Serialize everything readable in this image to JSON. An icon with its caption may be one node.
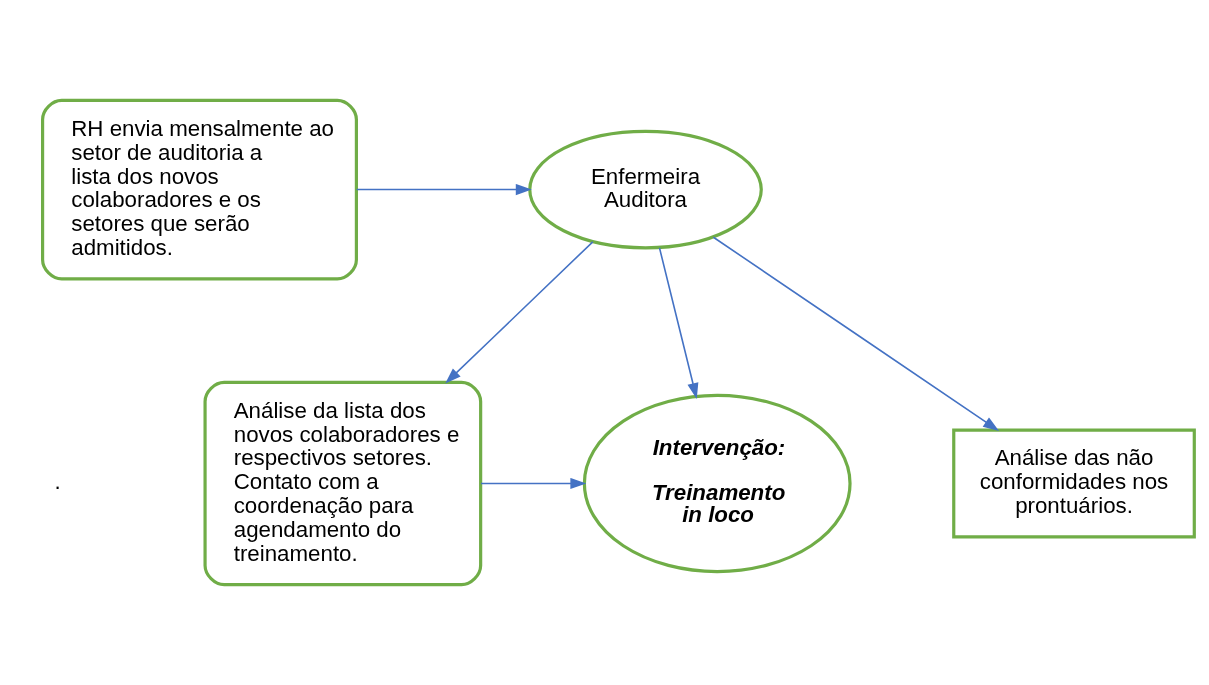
{
  "diagram": {
    "nodes": [
      {
        "text": [
          "RH envia mensalmente ao setor de auditoria a lista dos novos colaboradores e os setores que serão admitidos."
        ]
      },
      {
        "text": [
          "Enfermeira Auditora"
        ]
      },
      {
        "text": [
          "Análise da lista dos novos colaboradores e respectivos setores. Contato com a coordenação para agendamento do treinamento."
        ]
      },
      {
        "text": [
          "Intervenção:",
          "Treinamento in loco"
        ]
      },
      {
        "text": [
          "Análise das não conformidades nos prontuários."
        ]
      }
    ],
    "edges": [
      {
        "from": 0,
        "to": 1,
        "arrow": "to"
      },
      {
        "from": 1,
        "to": 2,
        "arrow": "to"
      },
      {
        "from": 1,
        "to": 3,
        "arrow": "to"
      },
      {
        "from": 1,
        "to": 4,
        "arrow": "to"
      },
      {
        "from": 2,
        "to": 3,
        "arrow": "to"
      }
    ],
    "labels": [
      "."
    ]
  }
}
